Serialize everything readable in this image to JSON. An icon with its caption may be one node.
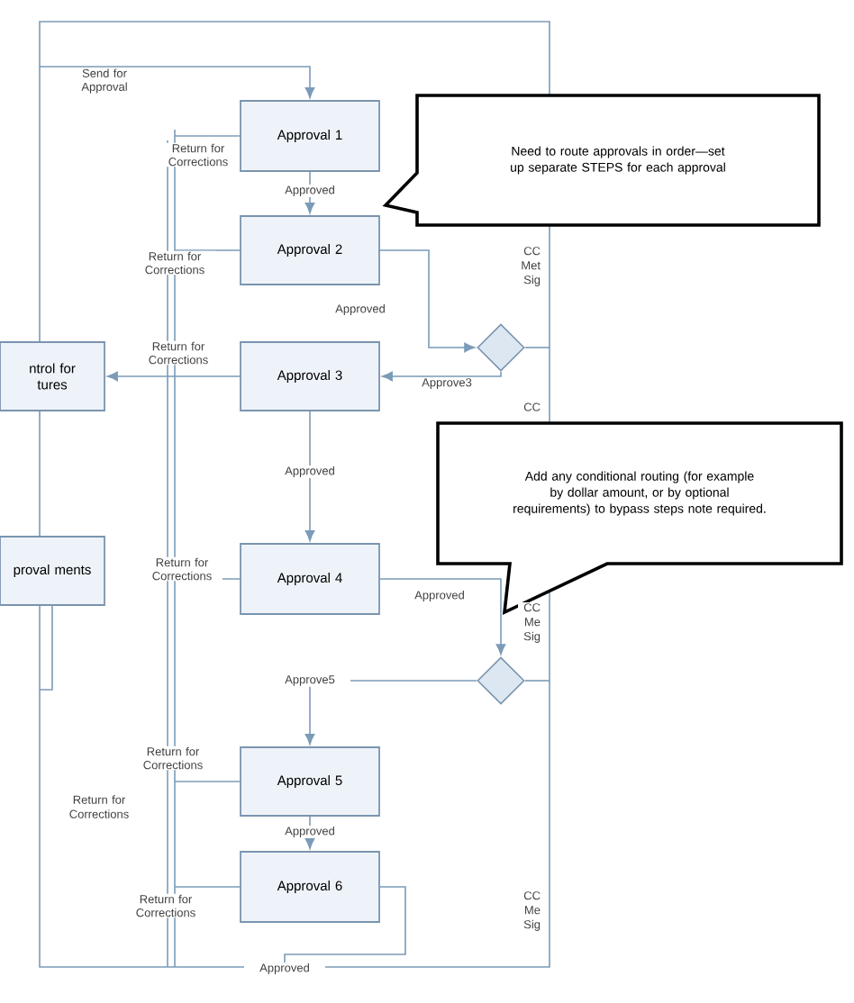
{
  "diagram": {
    "nodes": [
      {
        "text": [
          "Approval 1"
        ]
      },
      {
        "text": [
          "Need to route approvals in order—set up separate STEPS for each approval"
        ]
      },
      {
        "text": [
          "Approval 2"
        ]
      },
      {
        "text": [
          "ntrol for tures"
        ]
      },
      {
        "text": [],
        "shape": "diamond"
      },
      {
        "text": [
          "Approval 3"
        ]
      },
      {
        "text": [
          "Add any conditional routing (for example by dollar amount, or by optional requirements) to bypass steps note required."
        ]
      },
      {
        "text": [
          "proval ments"
        ]
      },
      {
        "text": [
          "Approval 4"
        ]
      },
      {
        "text": [],
        "shape": "diamond"
      },
      {
        "text": [
          "Approval 5"
        ]
      },
      {
        "text": [
          "Approval 6"
        ]
      }
    ],
    "edges": [
      {
        "from": null,
        "to": 0,
        "arrow": "to",
        "label": "Send for Approval"
      },
      {
        "from": 0,
        "to": 2,
        "arrow": "to",
        "label": "Approved"
      },
      {
        "from": 0,
        "to": null,
        "arrow": "none",
        "label": "Return for Corrections"
      },
      {
        "from": 2,
        "to": null,
        "arrow": "none",
        "label": "Return for Corrections"
      },
      {
        "from": 2,
        "to": 4,
        "arrow": "to",
        "label": "Approved"
      },
      {
        "from": 4,
        "to": 5,
        "arrow": "to",
        "label": "Approve3"
      },
      {
        "from": 4,
        "to": null,
        "arrow": "none"
      },
      {
        "from": 5,
        "to": 3,
        "arrow": "to",
        "label": "Return for Corrections"
      },
      {
        "from": 5,
        "to": 8,
        "arrow": "to",
        "label": "Approved"
      },
      {
        "from": 7,
        "to": null,
        "arrow": "none"
      },
      {
        "from": 8,
        "to": null,
        "arrow": "none",
        "label": "Return for Corrections"
      },
      {
        "from": 8,
        "to": 9,
        "arrow": "to",
        "label": "Approved"
      },
      {
        "from": 9,
        "to": 10,
        "arrow": "to",
        "label": "Approve5"
      },
      {
        "from": 9,
        "to": null,
        "arrow": "none"
      },
      {
        "from": 10,
        "to": null,
        "arrow": "none",
        "label": "Return for Corrections"
      },
      {
        "from": 10,
        "to": 11,
        "arrow": "to",
        "label": "Approved"
      },
      {
        "from": 11,
        "to": null,
        "arrow": "none",
        "label": "Return for Corrections"
      },
      {
        "from": 11,
        "to": null,
        "arrow": "none",
        "label": "Approved"
      }
    ],
    "labels": [
      "CC Met Sig",
      "CC",
      "CC Me Sig",
      "Return for Corrections",
      "CC Me Sig"
    ]
  }
}
